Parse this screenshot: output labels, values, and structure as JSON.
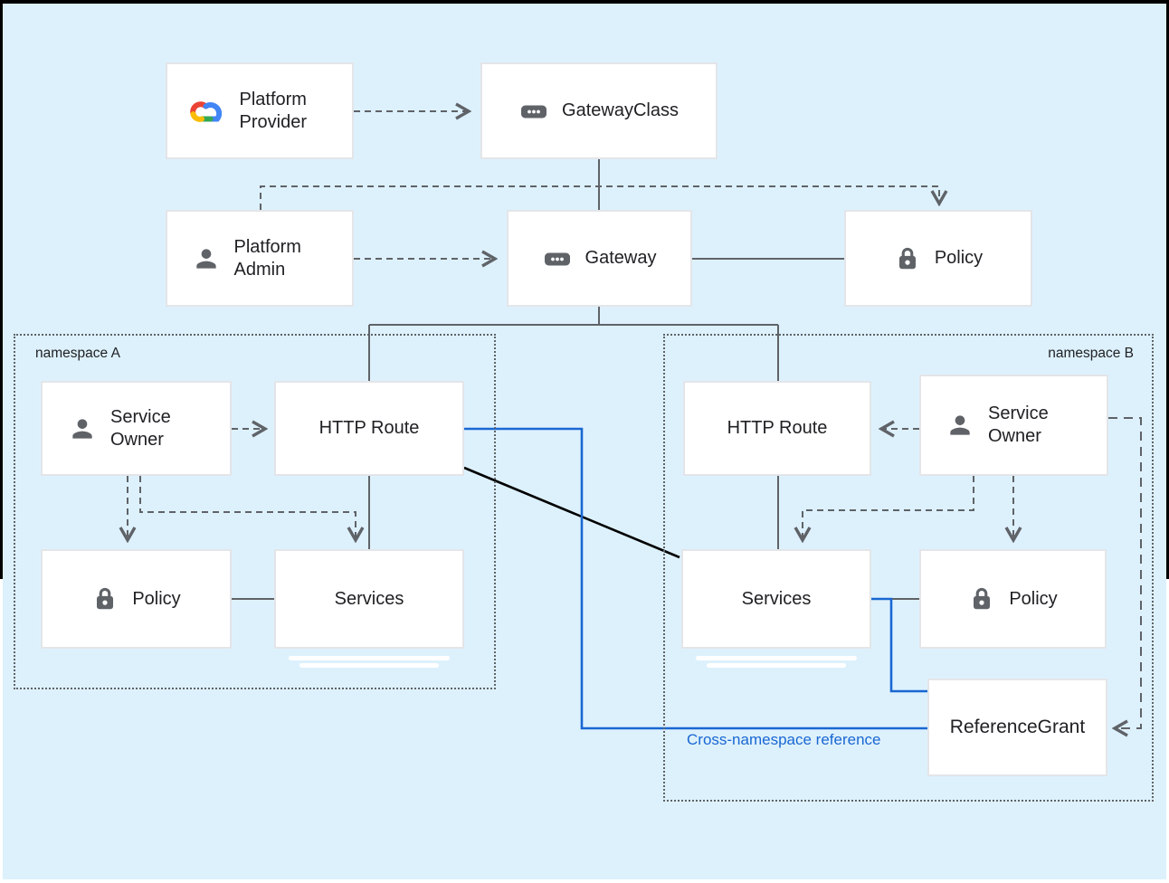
{
  "diagram": {
    "background_color": "#ddf1fd",
    "line_color": "#5f6368",
    "accent_blue": "#1967d2",
    "black_line_color": "#000000",
    "namespace_a_label": "namespace A",
    "namespace_b_label": "namespace B",
    "cross_namespace_label": "Cross-namespace reference",
    "google_cloud_logo_colors": [
      "#ea4335",
      "#4285f4",
      "#34a853",
      "#fbbc05"
    ],
    "nodes": {
      "platform_provider": {
        "label": "Platform Provider",
        "icon": "google-cloud-icon"
      },
      "gateway_class": {
        "label": "GatewayClass",
        "icon": "gateway-icon"
      },
      "platform_admin": {
        "label": "Platform Admin",
        "icon": "person-icon"
      },
      "gateway": {
        "label": "Gateway",
        "icon": "gateway-icon"
      },
      "policy_top": {
        "label": "Policy",
        "icon": "lock-icon"
      },
      "service_owner_a": {
        "label": "Service Owner",
        "icon": "person-icon"
      },
      "http_route_a": {
        "label": "HTTP Route",
        "icon": "none"
      },
      "policy_a": {
        "label": "Policy",
        "icon": "lock-icon"
      },
      "services_a": {
        "label": "Services",
        "icon": "none"
      },
      "http_route_b": {
        "label": "HTTP Route",
        "icon": "none"
      },
      "service_owner_b": {
        "label": "Service Owner",
        "icon": "person-icon"
      },
      "services_b": {
        "label": "Services",
        "icon": "none"
      },
      "policy_b": {
        "label": "Policy",
        "icon": "lock-icon"
      },
      "reference_grant": {
        "label": "ReferenceGrant",
        "icon": "none"
      }
    }
  }
}
